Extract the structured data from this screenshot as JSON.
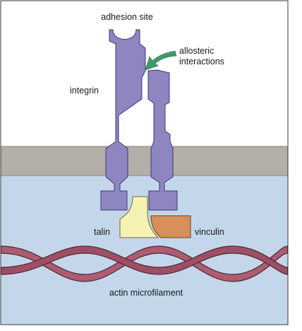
{
  "labels": {
    "adhesion_site": "adhesion site",
    "allosteric_line1": "allosteric",
    "allosteric_line2": "interactions",
    "integrin": "integrin",
    "talin": "talin",
    "vinculin": "vinculin",
    "actin": "actin microfilament"
  },
  "colors": {
    "background": "#ffffff",
    "extracellular": "#ffffff",
    "membrane": "#b4aea9",
    "cytoplasm": "#c4d7ea",
    "integrin": "#8d86c0",
    "talin": "#f6f2b3",
    "vinculin": "#d7905a",
    "actin": "#ad5c72",
    "arrow": "#3f9b68"
  }
}
